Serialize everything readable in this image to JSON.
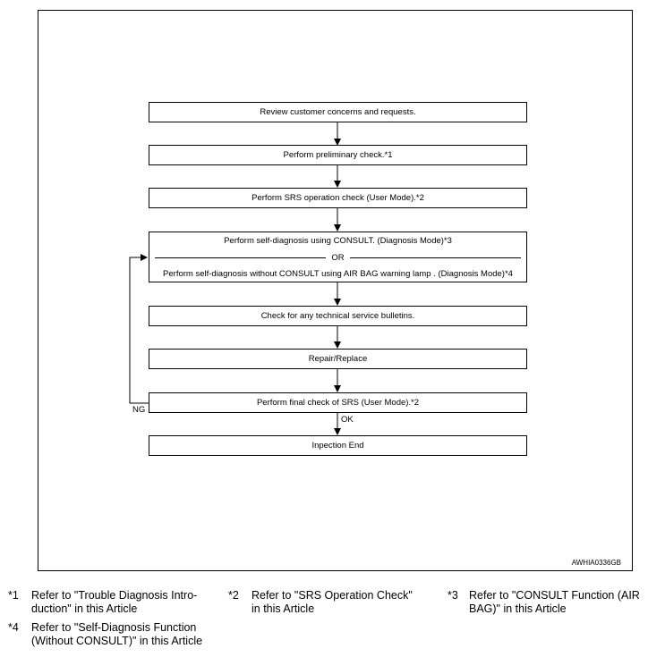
{
  "flow": {
    "steps": [
      "Review customer concerns and requests.",
      "Perform preliminary check.*1",
      "Perform SRS operation check (User Mode).*2"
    ],
    "diagnosis": {
      "line1": "Perform self-diagnosis using CONSULT. (Diagnosis Mode)*3",
      "or": "OR",
      "line2": "Perform self-diagnosis  without CONSULT using AIR BAG warning lamp . (Diagnosis Mode)*4"
    },
    "bulletins": "Check for any technical service bulletins.",
    "repair": "Repair/Replace",
    "final_check": "Perform final check of SRS (User Mode).*2",
    "end": "Inpection End",
    "ng_label": "NG",
    "ok_label": "OK"
  },
  "image_code": "AWHIA0336GB",
  "footnotes": [
    {
      "mark": "*1",
      "text": [
        "Refer to \"Trouble Diagnosis Intro-",
        "duction\" in this Article"
      ]
    },
    {
      "mark": "*2",
      "text": [
        "Refer to \"SRS Operation Check\"",
        "in this Article"
      ]
    },
    {
      "mark": "*3",
      "text": [
        "Refer to \"CONSULT Function (AIR",
        "BAG)\" in this Article"
      ]
    },
    {
      "mark": "*4",
      "text": [
        "Refer to \"Self-Diagnosis Function",
        "(Without CONSULT)\" in this Article"
      ]
    }
  ]
}
